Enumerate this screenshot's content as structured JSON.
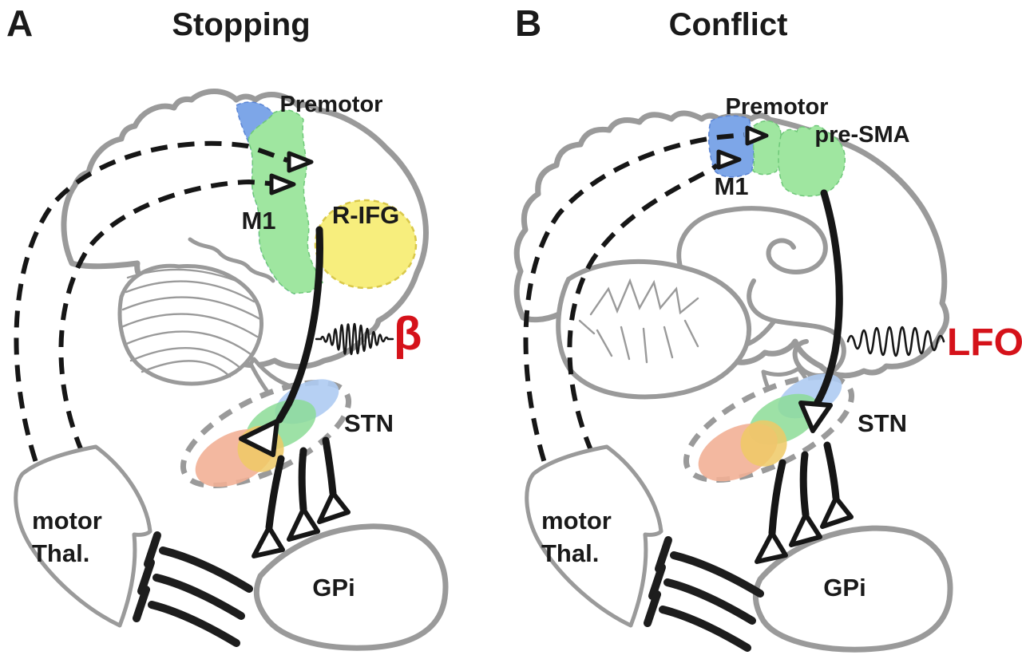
{
  "panels": [
    {
      "panel_letter": "A",
      "title": "Stopping",
      "labels": {
        "premotor": "Premotor",
        "m1": "M1",
        "rifg": "R-IFG",
        "oscillation": "β",
        "stn": "STN",
        "thalamus_line1": "motor",
        "thalamus_line2": "Thal.",
        "gpi": "GPi"
      }
    },
    {
      "panel_letter": "B",
      "title": "Conflict",
      "labels": {
        "premotor": "Premotor",
        "presma": "pre-SMA",
        "m1": "M1",
        "oscillation": "LFO",
        "stn": "STN",
        "thalamus_line1": "motor",
        "thalamus_line2": "Thal.",
        "gpi": "GPi"
      }
    }
  ],
  "colors": {
    "outline_gray": "#9a9a9a",
    "m1_blue": "#7da6e8",
    "premotor_green": "#9fe6a0",
    "rifg_yellow": "#f7ee7d",
    "stn_salmon": "#f2b096",
    "stn_yellow": "#eec965",
    "stn_green": "#8cdc96",
    "stn_blue": "#aecbf2",
    "oscillation_red": "#d5121a",
    "pathway_black": "#161616"
  }
}
